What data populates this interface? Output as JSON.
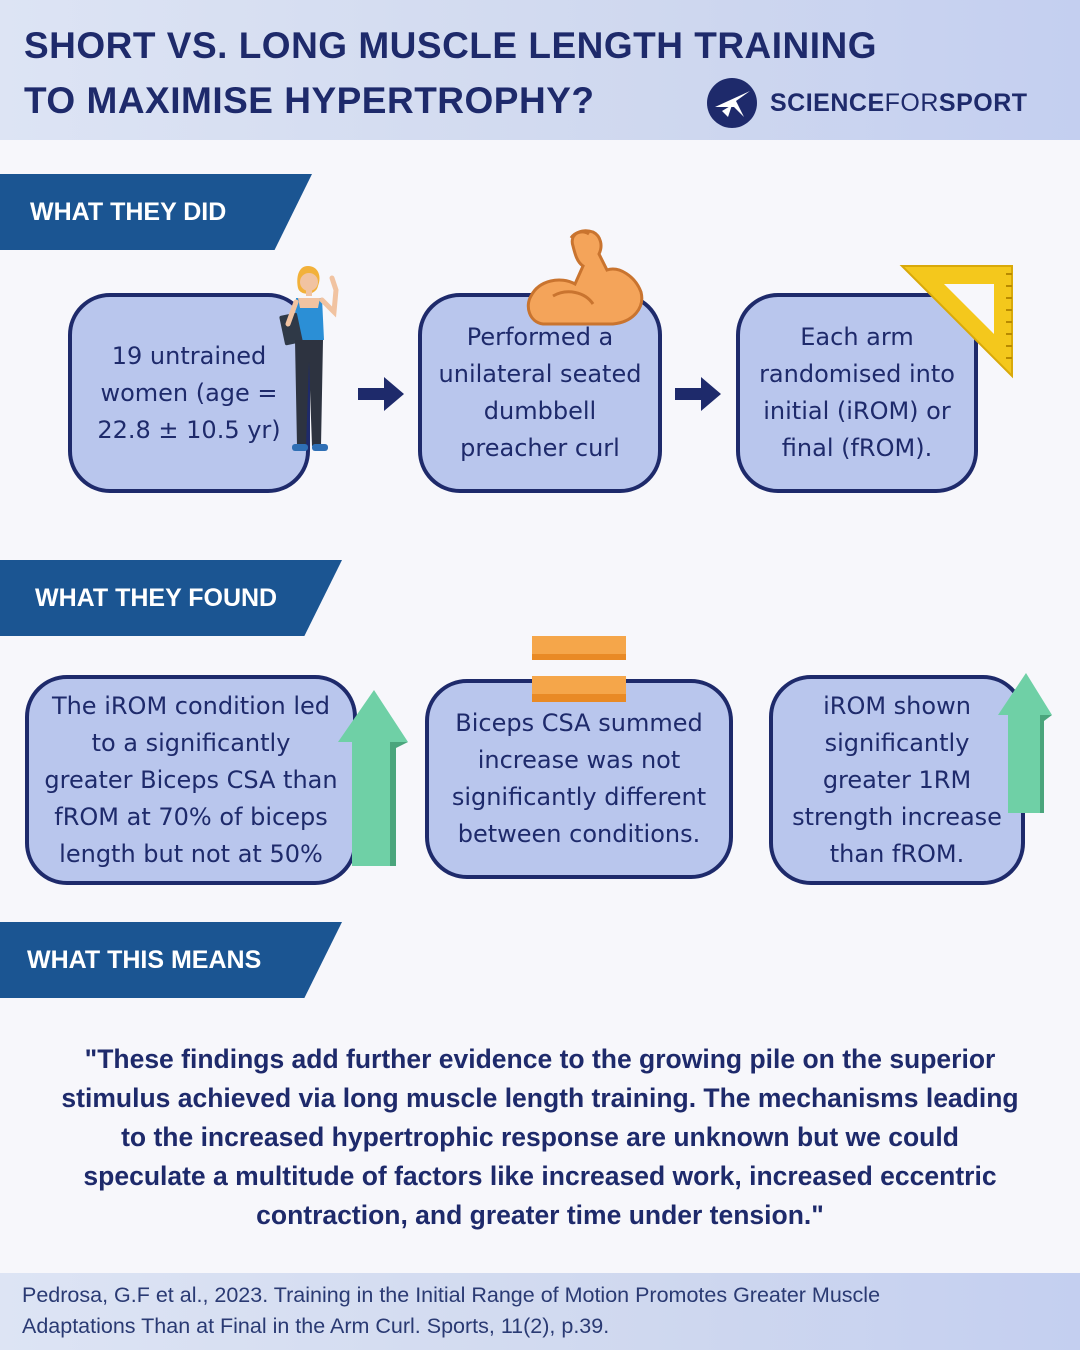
{
  "header": {
    "title_lines": [
      "SHORT VS. LONG MUSCLE LENGTH TRAINING",
      "TO MAXIMISE HYPERTROPHY?"
    ],
    "logo": {
      "bold_1": "SCIENCE",
      "light": "FOR",
      "bold_2": "SPORT",
      "icon": "plane-logo-icon"
    }
  },
  "sections": {
    "did": "WHAT THEY DID",
    "found": "WHAT THEY FOUND",
    "means": "WHAT THIS MEANS"
  },
  "did_cards": [
    [
      "19 untrained",
      "women (age =",
      "22.8 ± 10.5 yr)"
    ],
    [
      "Performed a",
      "unilateral seated",
      "dumbbell",
      "preacher curl"
    ],
    [
      "Each arm",
      "randomised into",
      "initial (iROM) or",
      "final (fROM)."
    ]
  ],
  "found_cards": [
    [
      "The iROM condition led",
      "to a significantly",
      "greater Biceps CSA than",
      "fROM at 70% of biceps",
      "length but not at 50%"
    ],
    [
      "Biceps CSA summed",
      "increase was not",
      "significantly different",
      "between conditions."
    ],
    [
      "iROM shown",
      "significantly",
      "greater 1RM",
      "strength increase",
      "than fROM."
    ]
  ],
  "quote_lines": [
    "\"These findings add further evidence to the growing pile on the superior",
    "stimulus achieved via long muscle length training. The mechanisms leading",
    "to the increased hypertrophic response are unknown but we could",
    "speculate a multitude of factors like increased work, increased eccentric",
    "contraction, and greater time under tension.\""
  ],
  "citation_lines": [
    "Pedrosa, G.F et al., 2023. Training in the Initial Range of Motion Promotes Greater Muscle",
    "Adaptations Than at Final in the Arm Curl. Sports, 11(2), p.39."
  ],
  "colors": {
    "navy": "#1e2a6b",
    "banner_blue": "#1b5592",
    "card_fill": "#b9c6ed",
    "arrow_green": "#5fbf95",
    "equals_orange": "#f5a64a",
    "ruler_yellow": "#f4c81c",
    "muscle_orange": "#f4a45a"
  }
}
